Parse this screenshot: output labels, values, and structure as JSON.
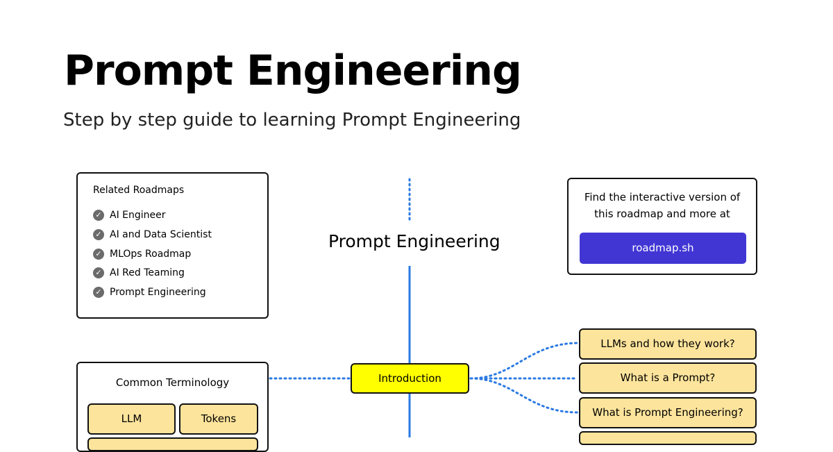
{
  "header": {
    "title": "Prompt Engineering",
    "subtitle": "Step by step guide to learning Prompt Engineering"
  },
  "related": {
    "title": "Related Roadmaps",
    "items": [
      {
        "label": "AI Engineer"
      },
      {
        "label": "AI and Data Scientist"
      },
      {
        "label": "MLOps Roadmap"
      },
      {
        "label": "AI Red Teaming"
      },
      {
        "label": "Prompt Engineering"
      }
    ]
  },
  "interactive": {
    "line1": "Find the interactive version of",
    "line2": "this roadmap and more at",
    "button_label": "roadmap.sh"
  },
  "roadmap": {
    "title": "Prompt Engineering",
    "intro_label": "Introduction",
    "subtopics": [
      {
        "label": "LLMs and how they work?"
      },
      {
        "label": "What is a Prompt?"
      },
      {
        "label": "What is Prompt Engineering?"
      }
    ]
  },
  "terminology": {
    "title": "Common Terminology",
    "items": [
      {
        "label": "LLM"
      },
      {
        "label": "Tokens"
      }
    ]
  },
  "colors": {
    "accent_button": "#4136d4",
    "connector_blue": "#2a7ae2",
    "topic_yellow": "#ffff00",
    "subtopic_fill": "#fde49c"
  }
}
